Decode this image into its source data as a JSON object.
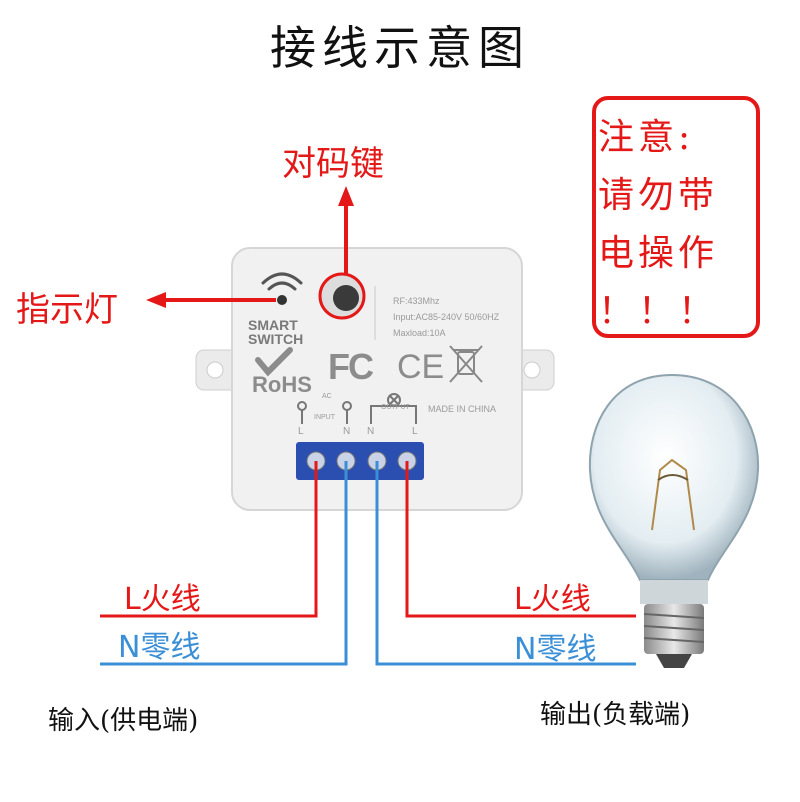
{
  "title": "接线示意图",
  "labels": {
    "pairing_key": "对码键",
    "indicator": "指示灯"
  },
  "note": {
    "lines": [
      "注意:",
      "请勿带",
      "电操作",
      "！！！"
    ]
  },
  "device": {
    "brand_line1": "SMART",
    "brand_line2": "SWITCH",
    "rf": "RF:433Mhz",
    "input": "Input:AC85-240V 50/60HZ",
    "maxload": "Maxload:10A",
    "rohs": "RoHS",
    "fc": "FC",
    "ce": "CE",
    "made_in": "MADE IN CHINA",
    "ac": "AC",
    "input_label": "INPUT",
    "output_label": "OUTPUT",
    "terminals": [
      "L",
      "N",
      "N",
      "L"
    ]
  },
  "wires": {
    "left_live": "L火线",
    "left_neutral": "N零线",
    "right_live": "L火线",
    "right_neutral": "N零线"
  },
  "bottom": {
    "input_side": "输入(供电端)",
    "output_side": "输出(负载端)"
  },
  "colors": {
    "red": "#e51818",
    "blue": "#3a8fd6",
    "terminal_block": "#2a4fb0"
  }
}
